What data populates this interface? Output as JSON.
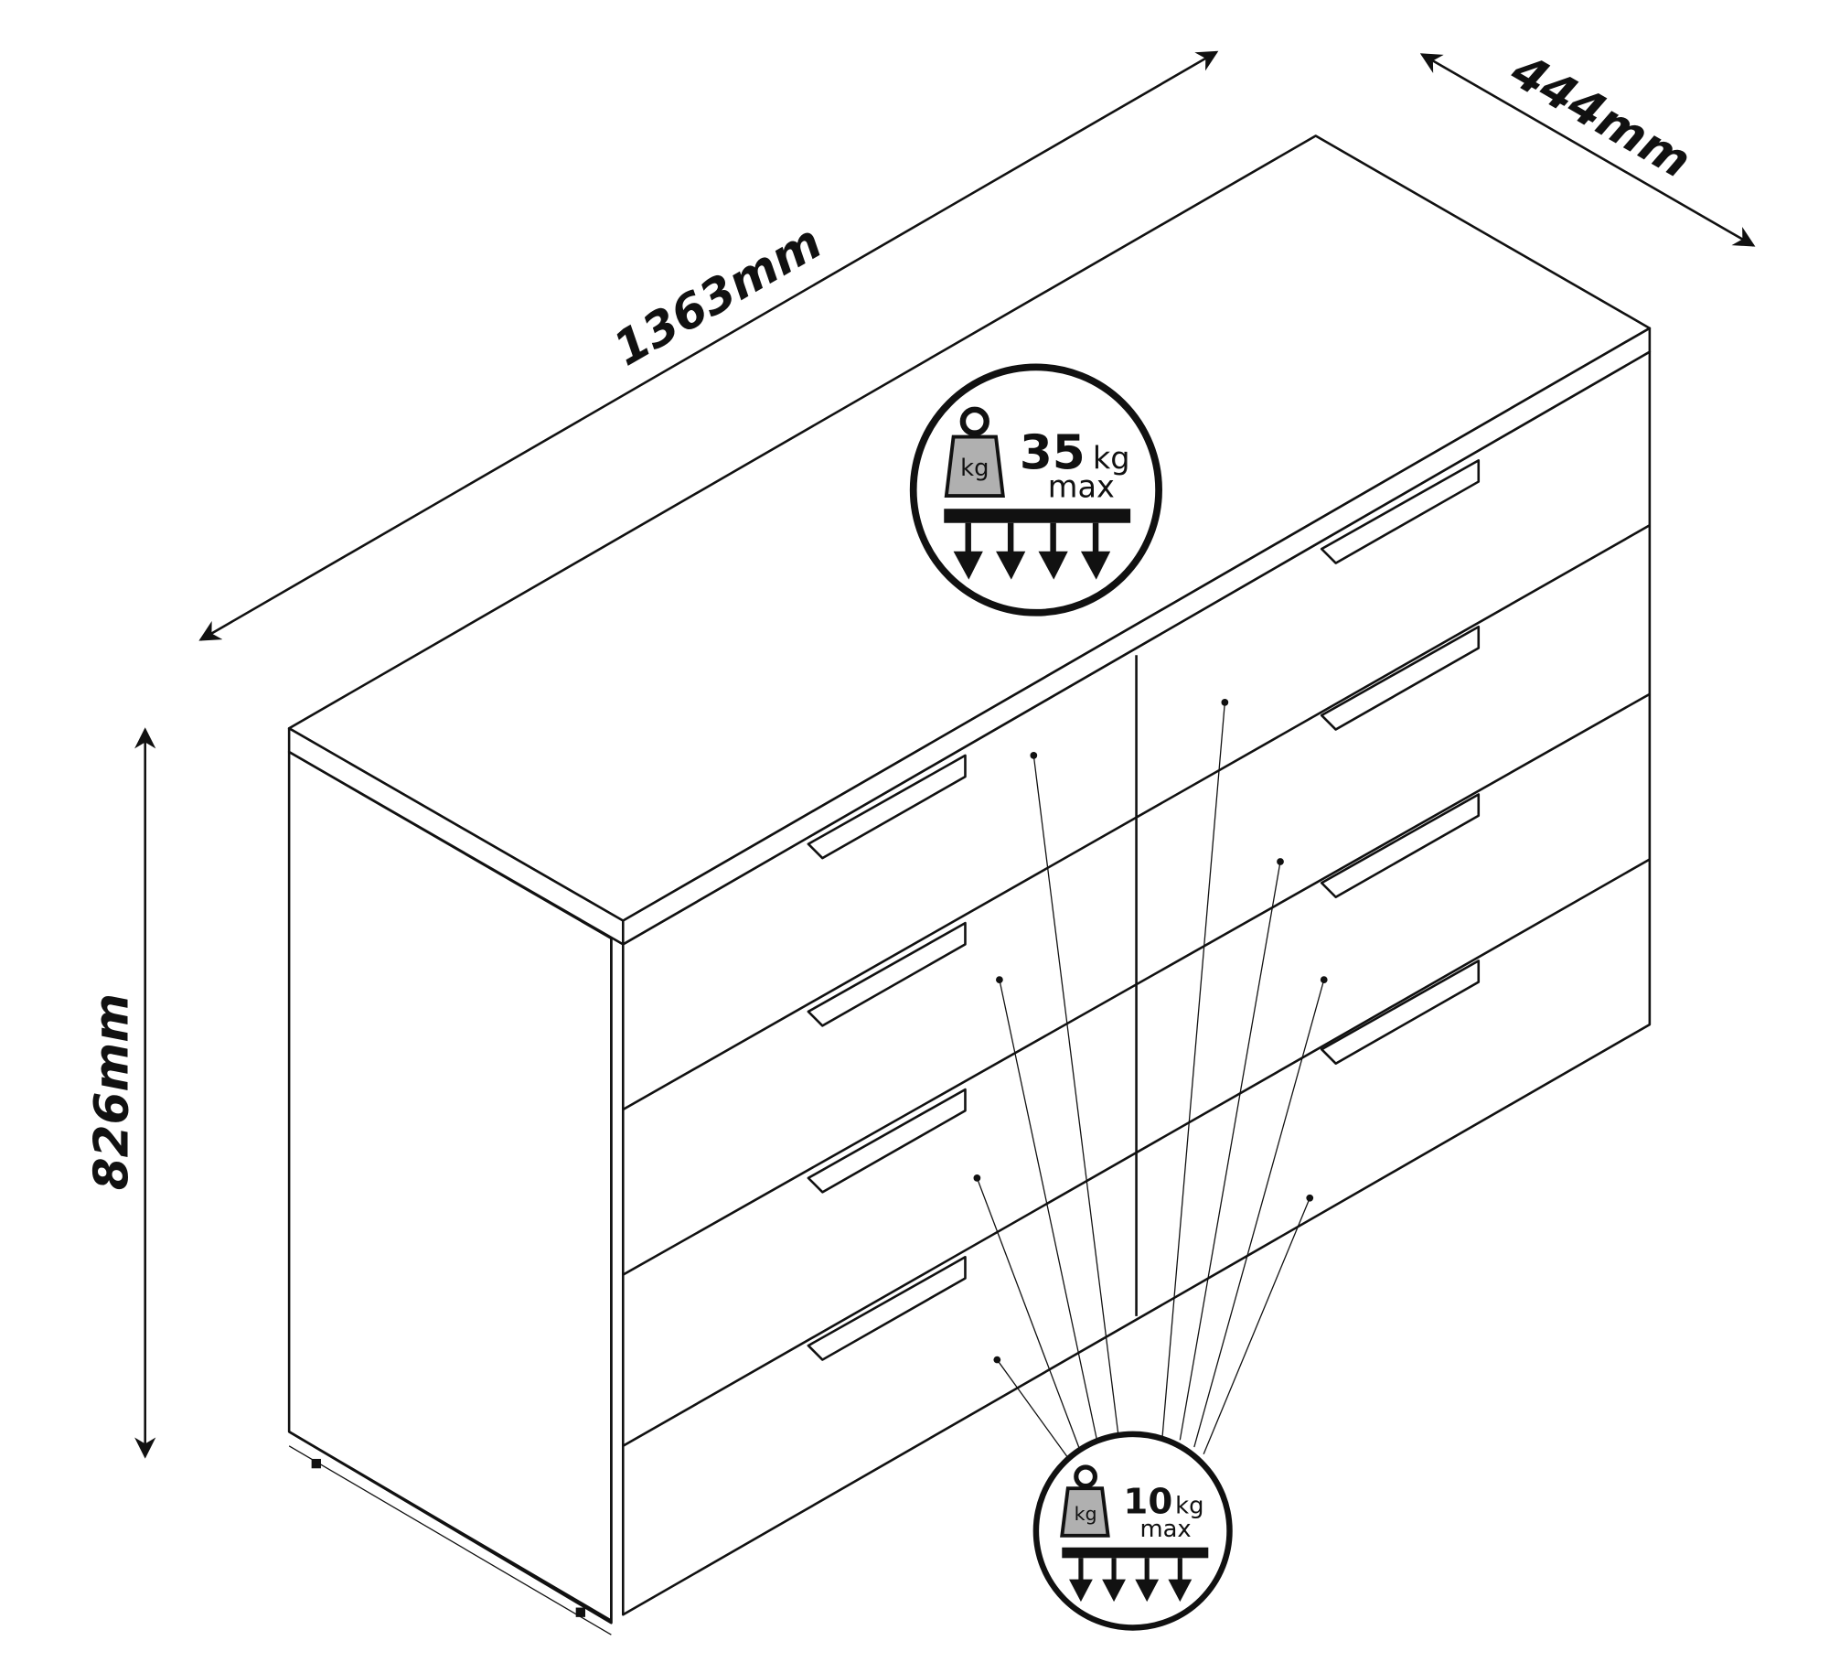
{
  "dimensions": {
    "width": "1363mm",
    "depth": "444mm",
    "height": "826mm"
  },
  "top_load": {
    "value": "35",
    "unit": "kg",
    "label": "max",
    "icon_text": "kg"
  },
  "drawer_load": {
    "value": "10",
    "unit": "kg",
    "label": "max",
    "icon_text": "kg"
  },
  "colors": {
    "line": "#111111",
    "weight_icon": "#b0b0b0"
  }
}
